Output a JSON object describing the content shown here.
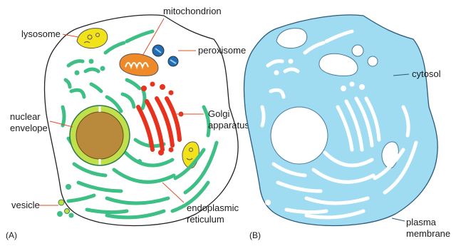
{
  "panel_a": {
    "panel_label": "(A)",
    "labels": {
      "lysosome": "lysosome",
      "mitochondrion": "mitochondrion",
      "peroxisome": "peroxisome",
      "nuclear_envelope_line1": "nuclear",
      "nuclear_envelope_line2": "envelope",
      "golgi_line1": "Golgi",
      "golgi_line2": "apparatus",
      "vesicle": "vesicle",
      "er_line1": "endoplasmic",
      "er_line2": "reticulum"
    }
  },
  "panel_b": {
    "panel_label": "(B)",
    "labels": {
      "cytosol": "cytosol",
      "plasma_membrane_line1": "plasma",
      "plasma_membrane_line2": "membrane"
    }
  },
  "colors": {
    "er_green": "#3dbf86",
    "golgi_red": "#e8321e",
    "lysosome_yellow": "#f2e21a",
    "mitochondrion_orange": "#ee8a2a",
    "peroxisome_blue": "#1e6fb8",
    "nucleus_brown": "#b98a3c",
    "nuclear_envelope": "#bfe04a",
    "cytosol_blue": "#9fdcf2",
    "label_line_red": "#e0502a"
  }
}
